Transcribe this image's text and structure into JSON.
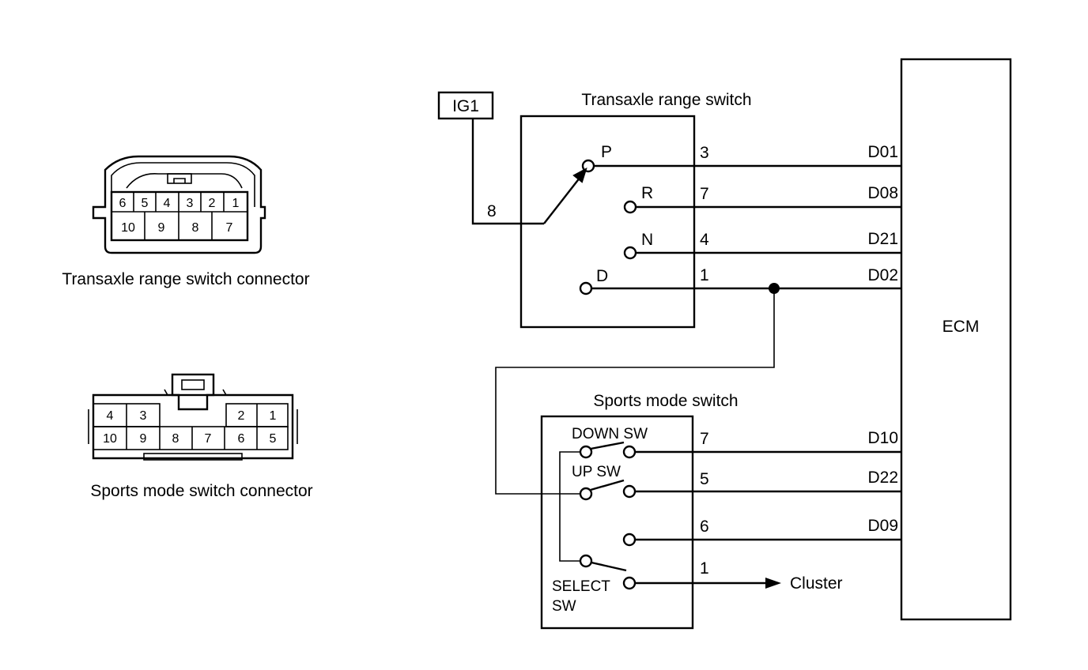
{
  "labels": {
    "trs_connector": "Transaxle range switch connector",
    "sms_connector": "Sports mode switch connector",
    "trs_title": "Transaxle range switch",
    "sms_title": "Sports mode switch",
    "ig1": "IG1",
    "ecm": "ECM",
    "cluster": "Cluster",
    "down_sw": "DOWN SW",
    "up_sw": "UP SW",
    "select_sw_1": "SELECT",
    "select_sw_2": "SW",
    "pin_8": "8"
  },
  "trs_positions": [
    "P",
    "R",
    "N",
    "D"
  ],
  "trs_pins": [
    "3",
    "7",
    "4",
    "1"
  ],
  "trs_ecm": [
    "D01",
    "D08",
    "D21",
    "D02"
  ],
  "sms_pins": [
    "7",
    "5",
    "6",
    "1"
  ],
  "sms_ecm": [
    "D10",
    "D22",
    "D09"
  ],
  "trs_connector_pins": {
    "top": [
      "6",
      "5",
      "4",
      "3",
      "2",
      "1"
    ],
    "bottom": [
      "10",
      "9",
      "8",
      "7"
    ]
  },
  "sms_connector_pins": {
    "top_left": [
      "4",
      "3"
    ],
    "top_right": [
      "2",
      "1"
    ],
    "bottom": [
      "10",
      "9",
      "8",
      "7",
      "6",
      "5"
    ]
  }
}
